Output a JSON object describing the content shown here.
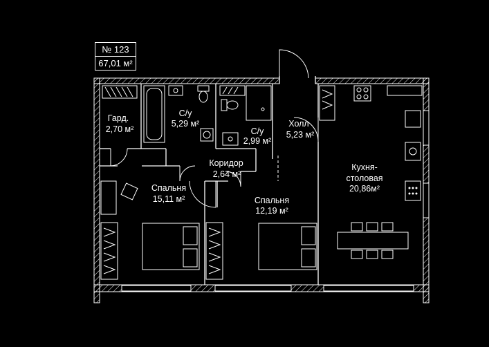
{
  "apartment": {
    "number": "№ 123",
    "total_area": "67,01 м²"
  },
  "rooms": [
    {
      "id": "wardrobe",
      "name": "Гард.",
      "area": "2,70 м²"
    },
    {
      "id": "bathroom-1",
      "name": "С/у",
      "area": "5,29 м²"
    },
    {
      "id": "bathroom-2",
      "name": "С/у",
      "area": "2,99 м²"
    },
    {
      "id": "hall",
      "name": "Холл",
      "area": "5,23 м²"
    },
    {
      "id": "corridor",
      "name": "Коридор",
      "area": "2,64 м²"
    },
    {
      "id": "bedroom-1",
      "name": "Спальня",
      "area": "15,11 м²"
    },
    {
      "id": "bedroom-2",
      "name": "Спальня",
      "area": "12,19 м²"
    },
    {
      "id": "kitchen",
      "name": "Кухня-",
      "name2": "столовая",
      "area": "20,86м²"
    }
  ]
}
